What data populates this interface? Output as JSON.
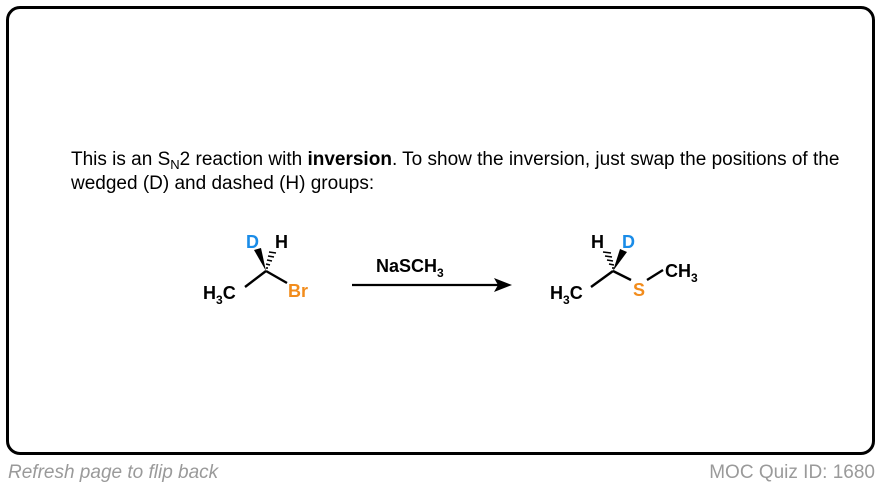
{
  "explanation": {
    "part1": "This is an S",
    "subscript": "N",
    "part2": "2 reaction with ",
    "bold": "inversion",
    "part3": ". To show the inversion, just swap the positions of the wedged (D) and dashed (H) groups:"
  },
  "reaction": {
    "reagent_base": "NaSCH",
    "reagent_sub": "3",
    "reactant": {
      "methyl_h": "H",
      "methyl_sub": "3",
      "methyl_c": "C",
      "wedge_atom": "D",
      "dash_atom": "H",
      "leaving_group": "Br"
    },
    "product": {
      "methyl_h": "H",
      "methyl_sub": "3",
      "methyl_c": "C",
      "wedge_atom": "D",
      "dash_atom": "H",
      "nucleophile_atom": "S",
      "terminal_group": "CH",
      "terminal_sub": "3"
    }
  },
  "colors": {
    "deuterium": "#1a8ce8",
    "bromine": "#f28c1c",
    "sulfur": "#f28c1c",
    "footer_text": "#9a9a9a"
  },
  "footer": {
    "hint": "Refresh page to flip back",
    "quiz_id": "MOC Quiz ID: 1680"
  }
}
